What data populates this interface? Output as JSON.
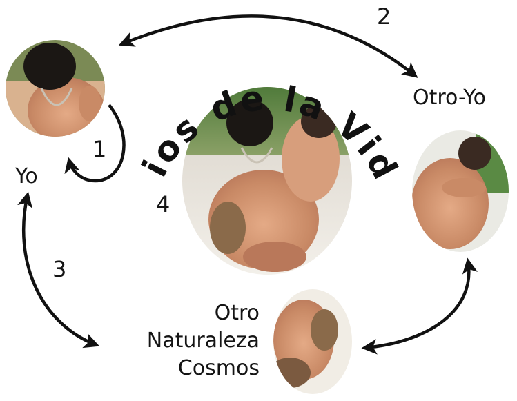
{
  "diagram": {
    "title_arc": "Dios de la Vida",
    "nodes": {
      "yo": {
        "label": "Yo"
      },
      "otro_yo": {
        "label": "Otro-Yo"
      },
      "otro": {
        "lines": [
          "Otro",
          "Naturaleza",
          "Cosmos"
        ]
      }
    },
    "relation_numbers": {
      "self_loop": "1",
      "yo_otro_yo": "2",
      "yo_otro": "3",
      "center": "4"
    }
  }
}
